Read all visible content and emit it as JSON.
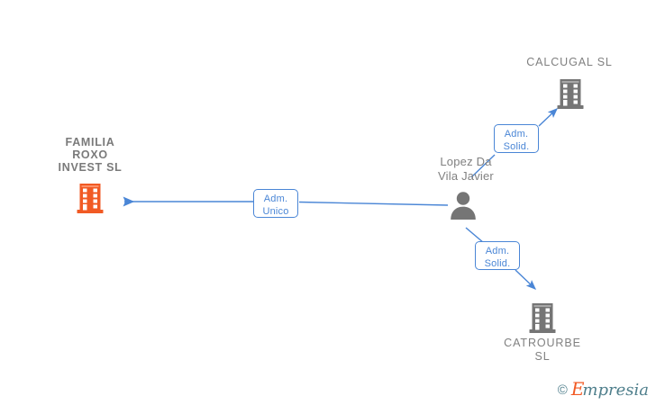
{
  "diagram": {
    "background_color": "#ffffff",
    "edge_color": "#4a86d6",
    "company_icon_color": "#757575",
    "highlight_icon_color": "#f15a24",
    "label_color": "#808080"
  },
  "nodes": [
    {
      "id": "familia-roxo-invest",
      "label": "FAMILIA\nROXO\nINVEST  SL",
      "type": "company",
      "highlighted": true,
      "icon": "building-icon"
    },
    {
      "id": "calcugal",
      "label": "CALCUGAL  SL",
      "type": "company",
      "highlighted": false,
      "icon": "building-icon"
    },
    {
      "id": "catrourbe",
      "label": "CATROURBE\nSL",
      "type": "company",
      "highlighted": false,
      "icon": "building-icon"
    },
    {
      "id": "lopez-da-vila-javier",
      "label": "Lopez Da\nVila Javier",
      "type": "person",
      "highlighted": false,
      "icon": "person-icon"
    }
  ],
  "edges": [
    {
      "id": "edge-unico",
      "from": "lopez-da-vila-javier",
      "to": "familia-roxo-invest",
      "relation": "Adm.\nUnico"
    },
    {
      "id": "edge-solid-calcugal",
      "from": "lopez-da-vila-javier",
      "to": "calcugal",
      "relation": "Adm.\nSolid."
    },
    {
      "id": "edge-solid-catrourbe",
      "from": "lopez-da-vila-javier",
      "to": "catrourbe",
      "relation": "Adm.\nSolid."
    }
  ],
  "watermark": {
    "copyright": "©",
    "brand_first": "E",
    "brand_rest": "mpresia"
  }
}
